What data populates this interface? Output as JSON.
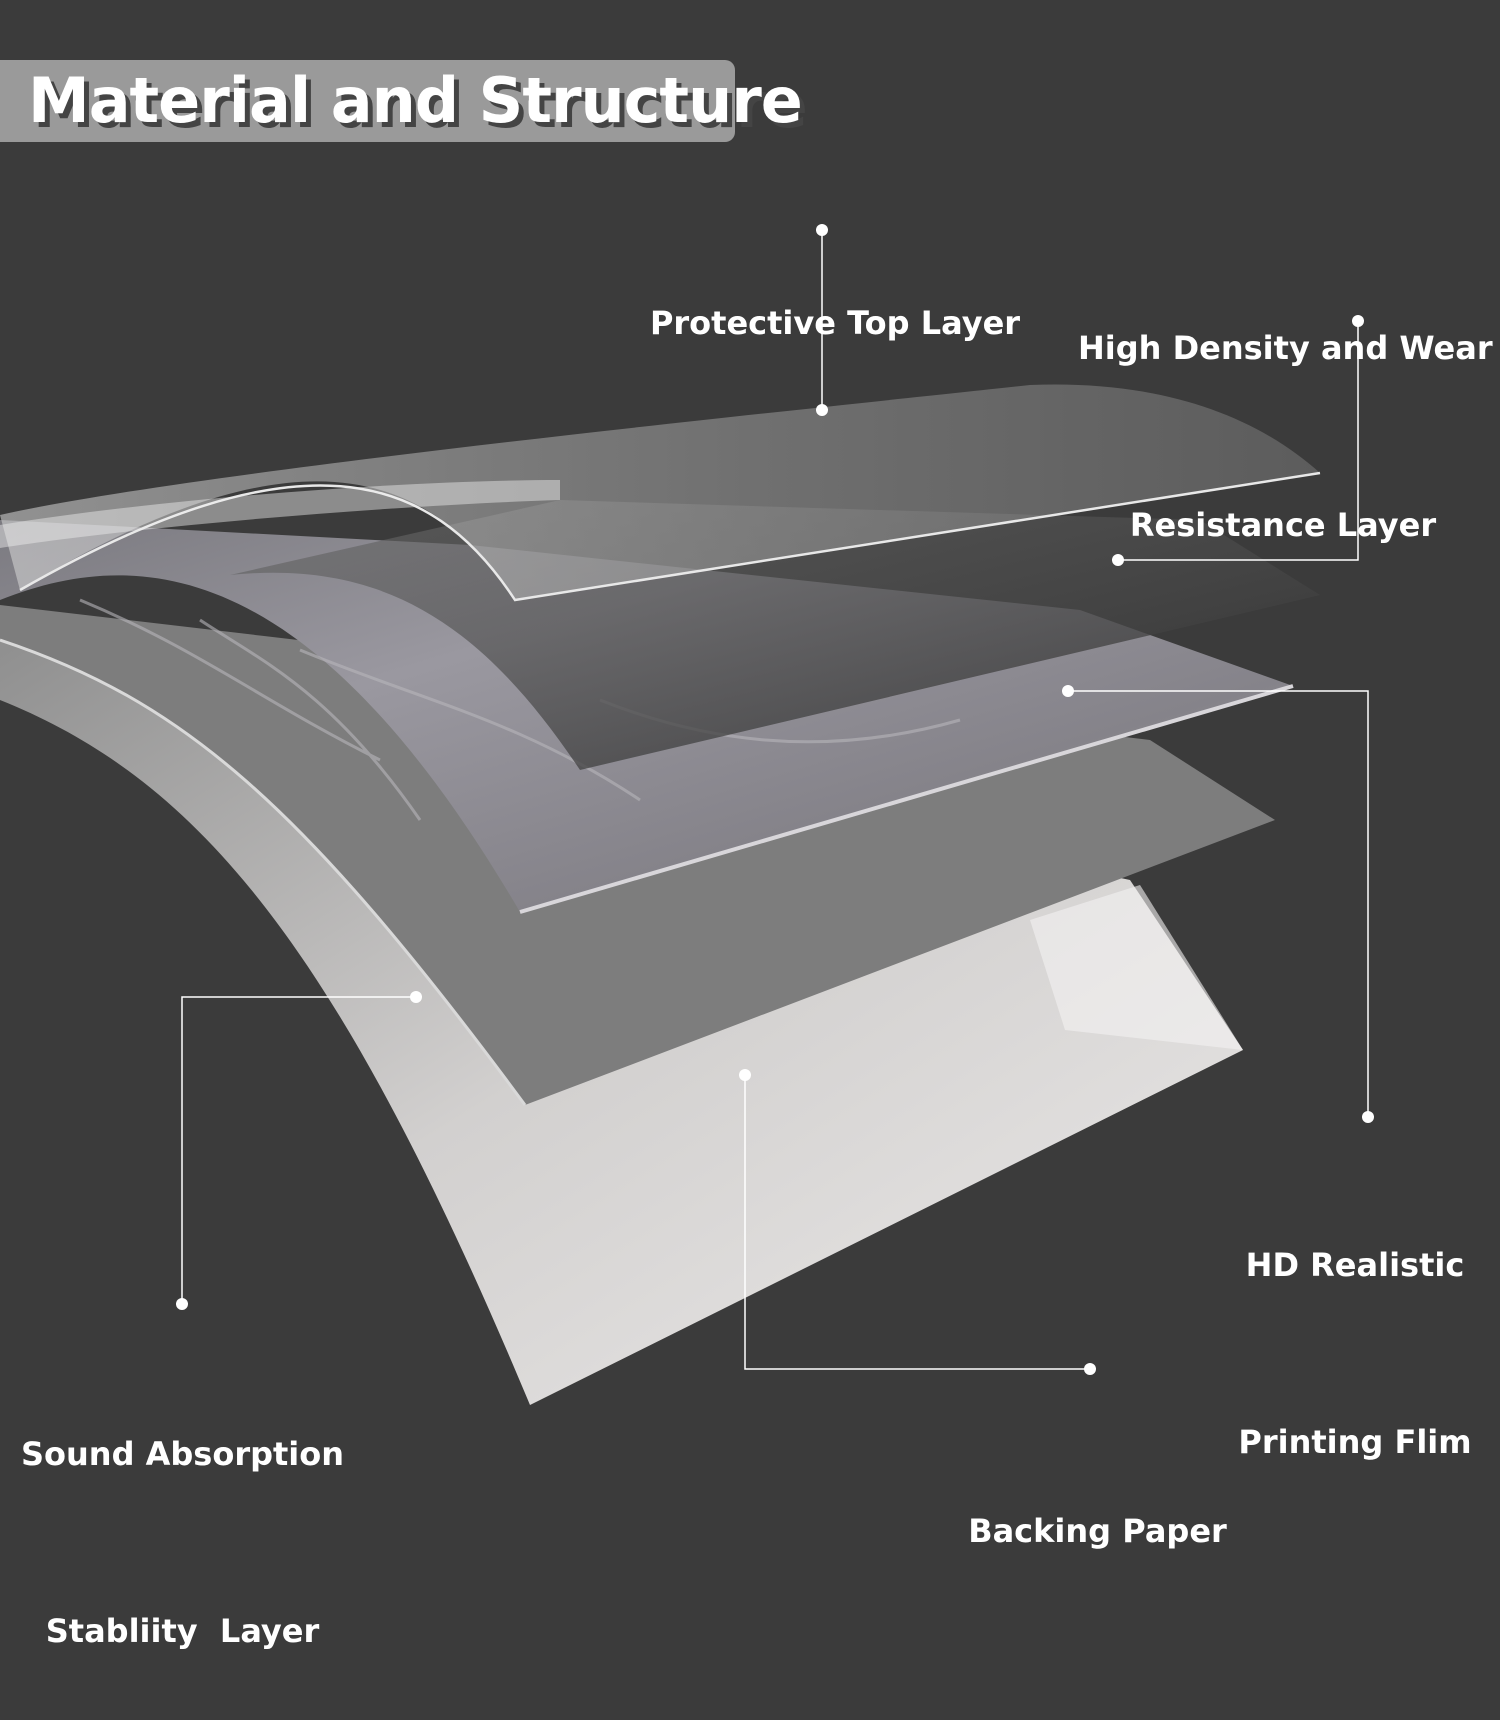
{
  "title": "Material and Structure",
  "labels": {
    "protective_top": [
      "Protective Top Layer"
    ],
    "high_density": [
      "High Density and Wear",
      "Resistance Layer"
    ],
    "hd_printing": [
      "HD Realistic",
      "Printing Flim"
    ],
    "sound_absorption": [
      "Sound Absorption",
      "Stabliity  Layer"
    ],
    "backing_paper": [
      "Backing Paper"
    ]
  },
  "colors": {
    "background": "#3b3b3b",
    "banner": "#9a9a9a",
    "text": "#ffffff",
    "callout_line": "#ffffff"
  }
}
